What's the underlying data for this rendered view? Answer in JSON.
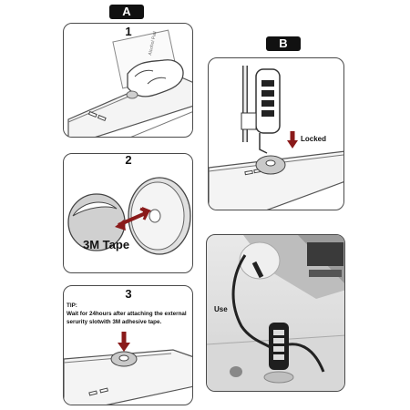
{
  "sections": {
    "a": {
      "label": "A"
    },
    "b": {
      "label": "B"
    }
  },
  "steps": {
    "step1": {
      "number": "1",
      "card_text": "Alcohol Pad"
    },
    "step2": {
      "number": "2",
      "tape_label": "3M Tape"
    },
    "step3": {
      "number": "3",
      "tip_title": "TIP:",
      "tip_line1": "Wait for 24hours after attaching the external",
      "tip_line2": "serurity slotwith 3M adhesive tape."
    }
  },
  "panel_b": {
    "status_label": "Locked"
  },
  "photo": {
    "use_label": "Use"
  },
  "colors": {
    "arrow_red": "#8a1a1a",
    "tab_black": "#111111",
    "outline": "#4a4a4a"
  }
}
